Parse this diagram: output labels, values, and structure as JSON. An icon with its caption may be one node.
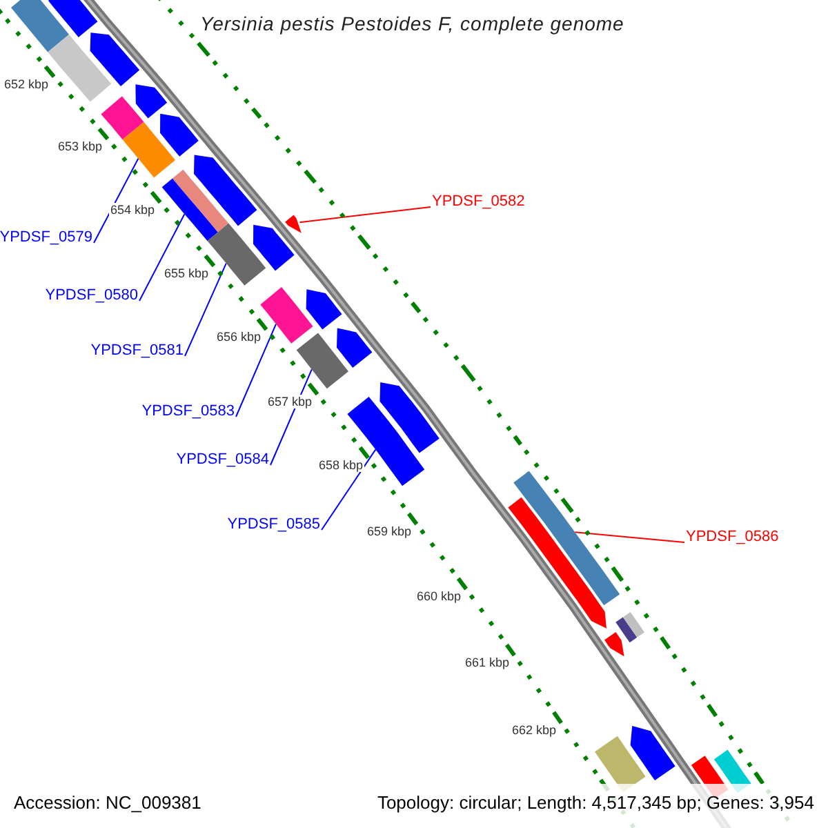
{
  "diagram": {
    "title": "Yersinia pestis Pestoides F, complete genome",
    "nodes": [
      {
        "text": [
          "YPDSF_0582"
        ]
      },
      {
        "text": [
          "YPDSF_0579"
        ]
      },
      {
        "text": [
          "YPDSF_0580"
        ]
      },
      {
        "text": [
          "YPDSF_0581"
        ]
      },
      {
        "text": [
          "YPDSF_0583"
        ]
      },
      {
        "text": [
          "YPDSF_0584"
        ]
      },
      {
        "text": [
          "YPDSF_0585"
        ]
      },
      {
        "text": [
          "YPDSF_0586"
        ]
      },
      {
        "text": [],
        "shape": "arrow"
      },
      {
        "text": [],
        "shape": "bar"
      },
      {
        "text": [],
        "shape": "bar"
      },
      {
        "text": [],
        "shape": "arrow"
      },
      {
        "text": [],
        "shape": "arrow"
      },
      {
        "text": [],
        "shape": "bar"
      },
      {
        "text": [],
        "shape": "bar"
      },
      {
        "text": [],
        "shape": "arrow"
      },
      {
        "text": [],
        "shape": "arrow"
      },
      {
        "text": [],
        "shape": "bar"
      },
      {
        "text": [],
        "shape": "bar"
      },
      {
        "text": [],
        "shape": "arrow"
      },
      {
        "text": [],
        "shape": "arrow"
      },
      {
        "text": [],
        "shape": "bar"
      },
      {
        "text": [],
        "shape": "arrow"
      },
      {
        "text": [],
        "shape": "bar"
      },
      {
        "text": [],
        "shape": "arrow"
      },
      {
        "text": [],
        "shape": "arrow"
      },
      {
        "text": [],
        "shape": "bar"
      },
      {
        "text": [],
        "shape": "bar"
      },
      {
        "text": [],
        "shape": "arrow"
      },
      {
        "text": [],
        "shape": "bar"
      },
      {
        "text": [],
        "shape": "arrow"
      },
      {
        "text": [],
        "shape": "bar"
      },
      {
        "text": [],
        "shape": "arrow"
      },
      {
        "text": [],
        "shape": "bar"
      },
      {
        "text": [],
        "shape": "bar"
      }
    ],
    "edges": [
      {
        "from": 0,
        "to": 20,
        "arrow": "none",
        "color": "#ff0000"
      },
      {
        "from": 1,
        "to": 14,
        "arrow": "none"
      },
      {
        "from": 2,
        "to": 17,
        "arrow": "none"
      },
      {
        "from": 3,
        "to": 18,
        "arrow": "none"
      },
      {
        "from": 4,
        "to": 21,
        "arrow": "none"
      },
      {
        "from": 5,
        "to": 23,
        "arrow": "none"
      },
      {
        "from": 6,
        "to": 26,
        "arrow": "none"
      },
      {
        "from": 7,
        "to": 27,
        "arrow": "none",
        "color": "#ff0000"
      }
    ],
    "labels": [
      "652 kbp",
      "653 kbp",
      "654 kbp",
      "655 kbp",
      "656 kbp",
      "657 kbp",
      "658 kbp",
      "659 kbp",
      "660 kbp",
      "661 kbp",
      "662 kbp",
      "Accession: NC_009381",
      "Topology: circular; Length: 4,517,345 bp; Genes: 3,954"
    ]
  }
}
